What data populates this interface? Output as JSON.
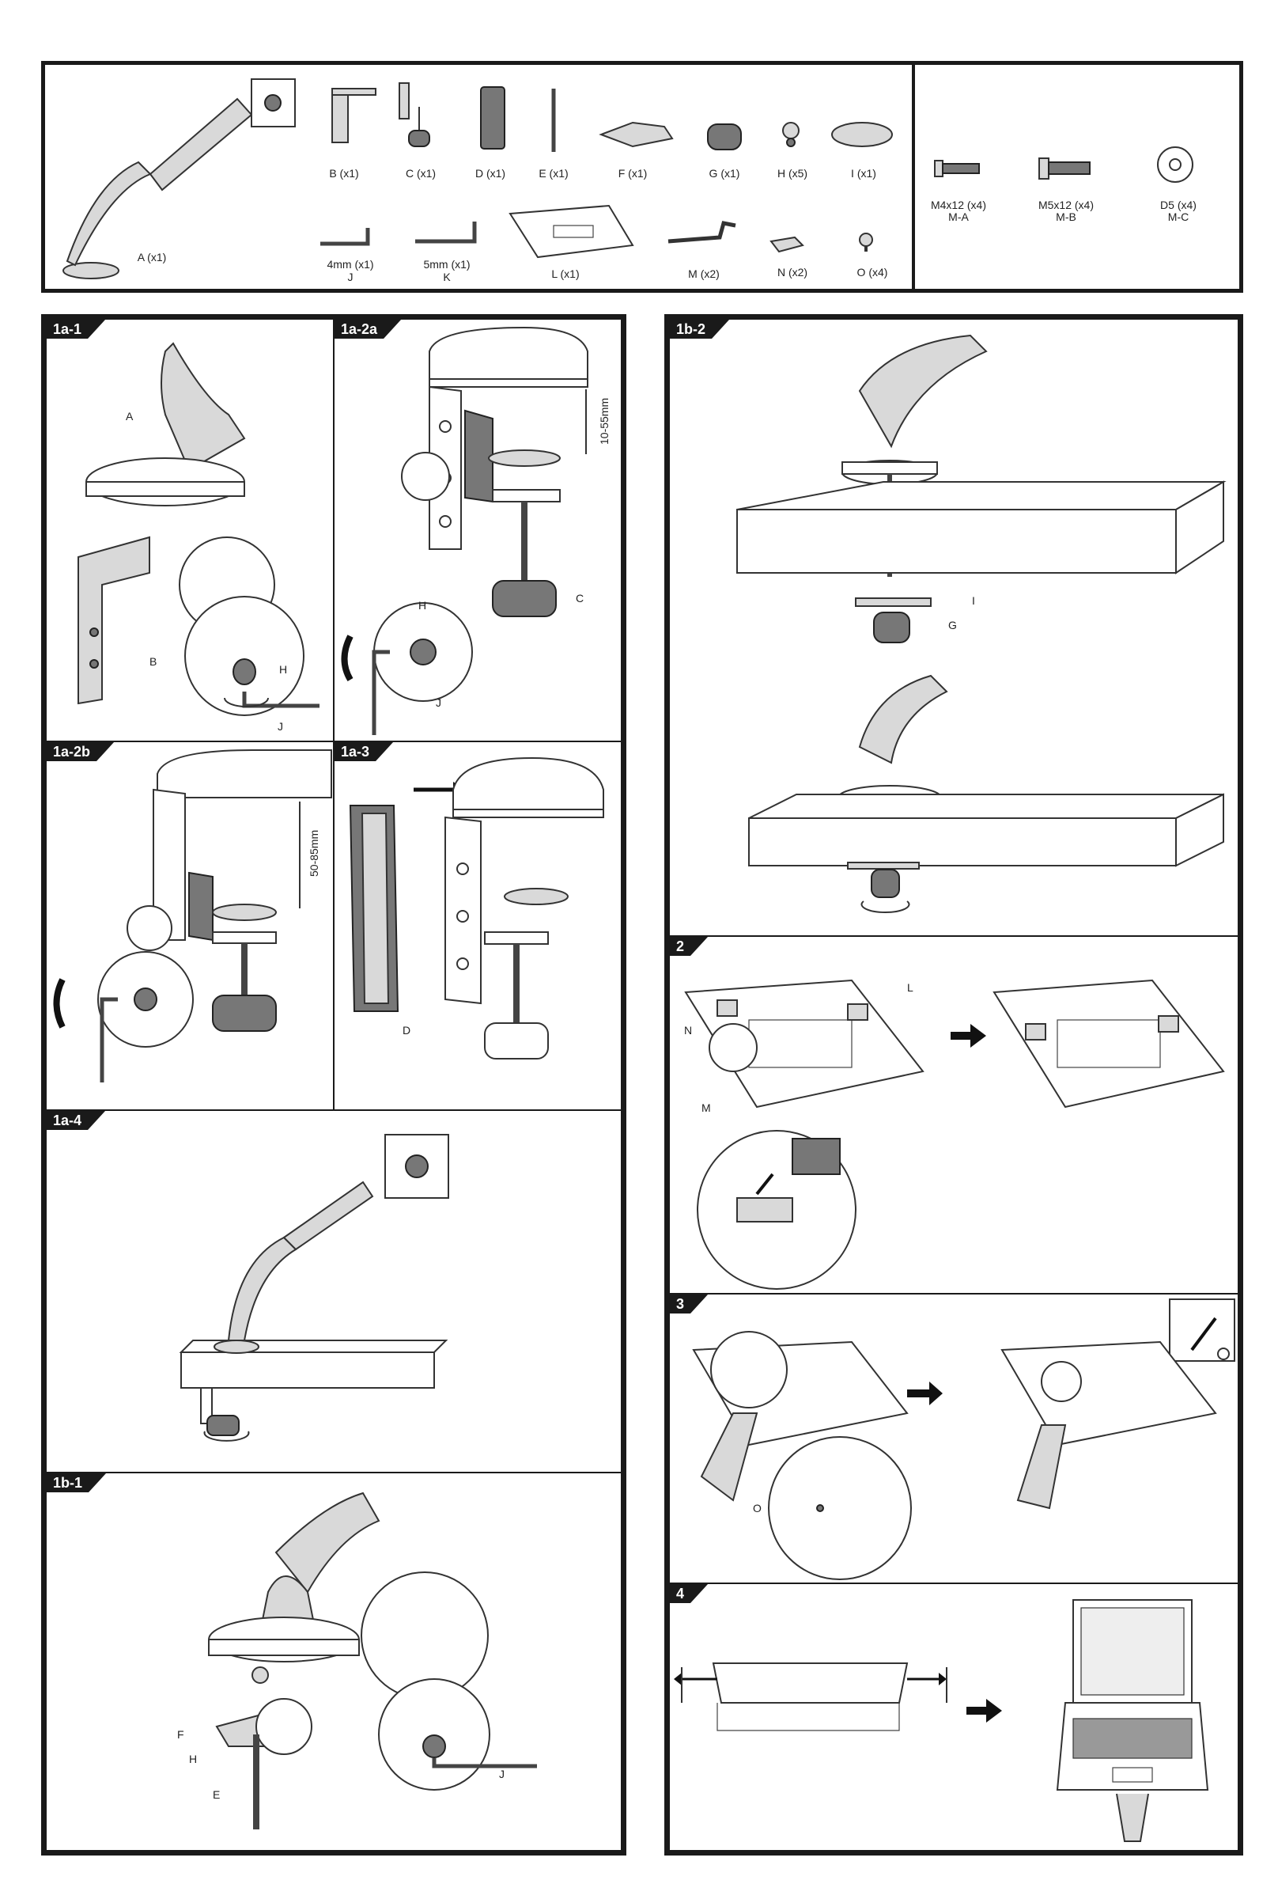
{
  "parts": {
    "a": "A (x1)",
    "b": "B (x1)",
    "c": "C (x1)",
    "d": "D (x1)",
    "e": "E (x1)",
    "f": "F (x1)",
    "g": "G (x1)",
    "h": "H (x5)",
    "i": "I (x1)",
    "j_size": "4mm (x1)",
    "j": "J",
    "k_size": "5mm (x1)",
    "k": "K",
    "l": "L (x1)",
    "m": "M (x2)",
    "n": "N (x2)",
    "o": "O (x4)"
  },
  "screws": {
    "ma_size": "M4x12 (x4)",
    "ma": "M-A",
    "mb_size": "M5x12 (x4)",
    "mb": "M-B",
    "mc_size": "D5 (x4)",
    "mc": "M-C"
  },
  "steps": {
    "s1a1": "1a-1",
    "s1a2a": "1a-2a",
    "s1a2b": "1a-2b",
    "s1a3": "1a-3",
    "s1a4": "1a-4",
    "s1b1": "1b-1",
    "s1b2": "1b-2",
    "s2": "2",
    "s3": "3",
    "s4": "4"
  },
  "callouts": {
    "a": "A",
    "b": "B",
    "h": "H",
    "j": "J",
    "c": "C",
    "d": "D",
    "e": "E",
    "f": "F",
    "g": "G",
    "i": "I",
    "l": "L",
    "n": "N",
    "m": "M",
    "o": "O"
  },
  "dims": {
    "range_a": "10-55mm",
    "range_b": "50-85mm"
  }
}
